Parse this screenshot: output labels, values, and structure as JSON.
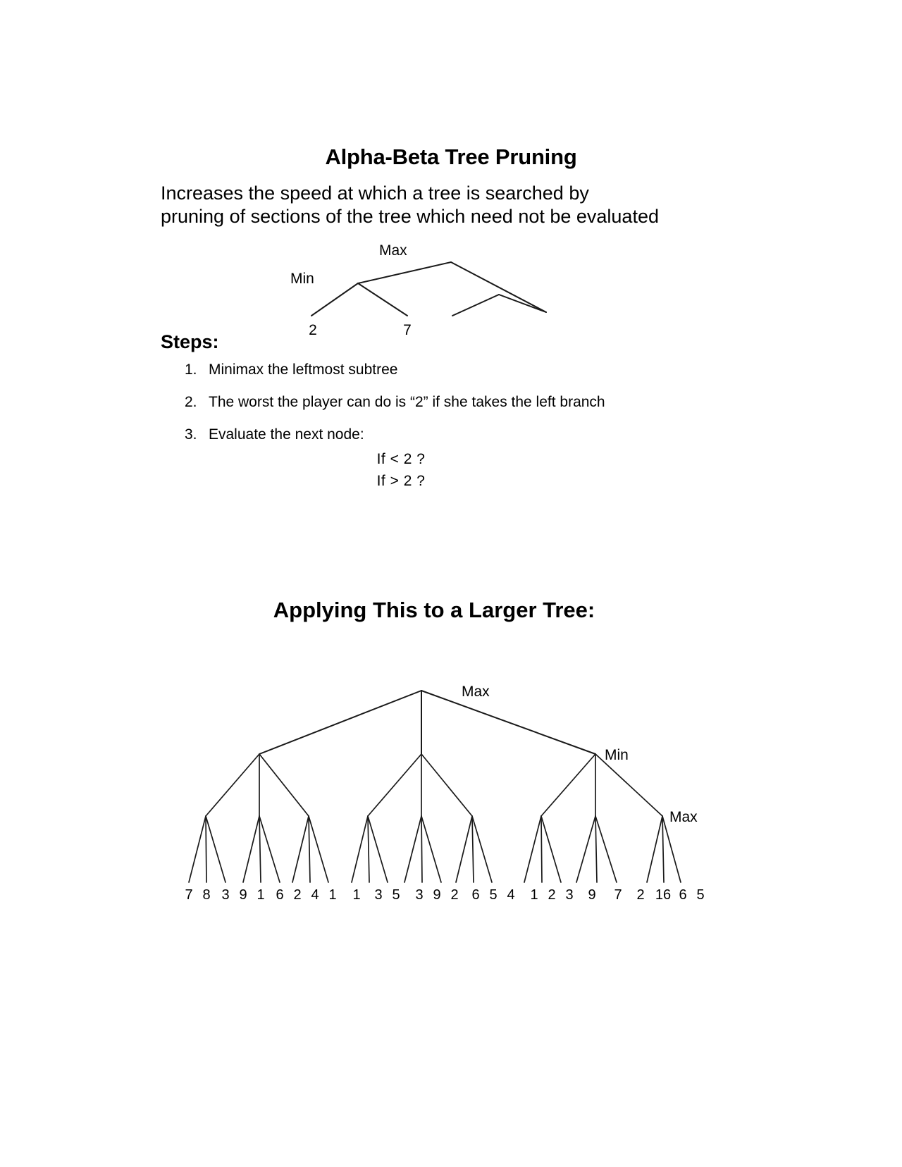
{
  "document": {
    "title": "Alpha-Beta Tree Pruning",
    "intro": "Increases the speed at which a tree is searched by\npruning of sections of the tree which need not be evaluated",
    "steps_heading": "Steps:",
    "steps": [
      {
        "num": "1.",
        "text": "Minimax the leftmost subtree"
      },
      {
        "num": "2.",
        "text": "The worst the player can do is “2” if she takes the left branch"
      },
      {
        "num": "3.",
        "text": "Evaluate the next node:"
      }
    ],
    "conditions": [
      "If  < 2 ?",
      "If  > 2 ?"
    ],
    "section2_title": "Applying This to a Larger Tree:"
  },
  "small_tree": {
    "labels": {
      "root": "Max",
      "level2": "Min"
    },
    "leaves": [
      "2",
      "7"
    ]
  },
  "large_tree": {
    "labels": {
      "root": "Max",
      "level2": "Min",
      "level3": "Max"
    },
    "leaves": [
      "7",
      "8",
      "3",
      "9",
      "1",
      "6",
      "2",
      "4",
      "1",
      "1",
      "3",
      "5",
      "3",
      "9",
      "2",
      "6",
      "5",
      "4",
      "1",
      "2",
      "3",
      "9",
      "7",
      "2",
      "16",
      "6",
      "5"
    ]
  },
  "colors": {
    "ink": "#000000",
    "stroke": "#1a1a1a",
    "background": "#ffffff"
  }
}
